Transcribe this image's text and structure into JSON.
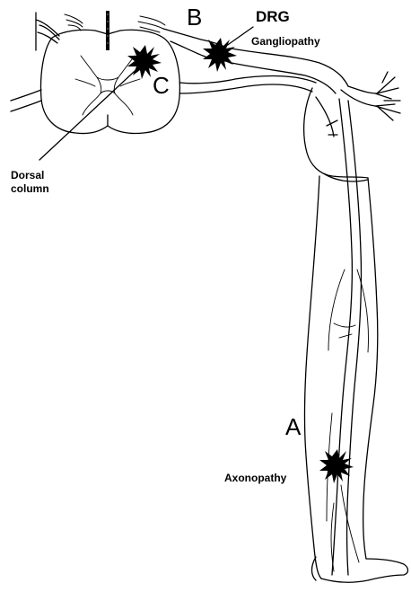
{
  "labels": {
    "a": "A",
    "b": "B",
    "c": "C",
    "drg": "DRG",
    "gangliopathy": "Gangliopathy",
    "dorsal_column_line1": "Dorsal",
    "dorsal_column_line2": "column",
    "axonopathy": "Axonopathy"
  },
  "colors": {
    "ink": "#000000",
    "background": "#ffffff"
  }
}
